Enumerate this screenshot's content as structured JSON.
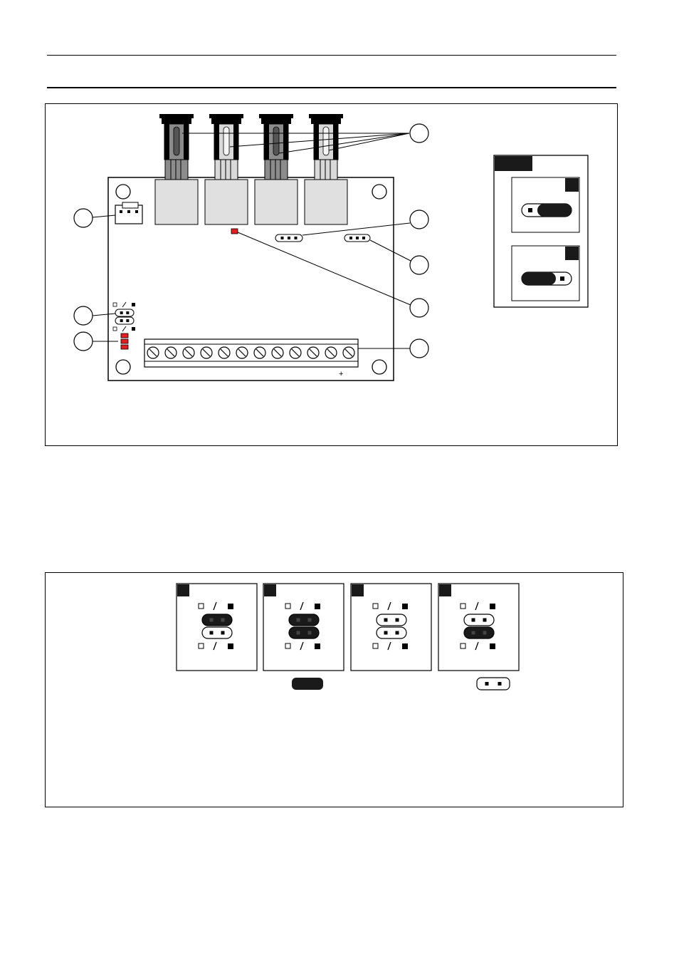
{
  "colors": {
    "line": "#000000",
    "board_fill": "#ffffff",
    "connector_gray": "#e0e0e0",
    "fiber_dark": "#8c8c8c",
    "fiber_light": "#d9d9d9",
    "led_red": "#e02020",
    "jumper_fill": "#1a1a1a"
  },
  "icons": {
    "callout": "numbered-callout-circle-icon",
    "terminal_screw": "screw-terminal-icon",
    "jumper": "jumper-shunt-icon",
    "led": "led-indicator-icon"
  },
  "board": {
    "fiber_connector_count": 4,
    "terminal_screw_count": 12,
    "terminal_polarity_label": "+",
    "led_column_count": 3,
    "callout_count": 8
  },
  "inset": {
    "panel_count": 2,
    "top_panel_shunt_position": "right",
    "bottom_panel_shunt_position": "left"
  },
  "jumper_settings": {
    "panel_count": 4,
    "panels": [
      {
        "upper_shunt": "filled",
        "lower_shunt": "open"
      },
      {
        "upper_shunt": "filled",
        "lower_shunt": "filled"
      },
      {
        "upper_shunt": "open",
        "lower_shunt": "open"
      },
      {
        "upper_shunt": "open",
        "lower_shunt": "filled"
      }
    ],
    "legend": [
      {
        "under_panel": 2,
        "style": "filled"
      },
      {
        "under_panel": 4,
        "style": "open"
      }
    ]
  }
}
